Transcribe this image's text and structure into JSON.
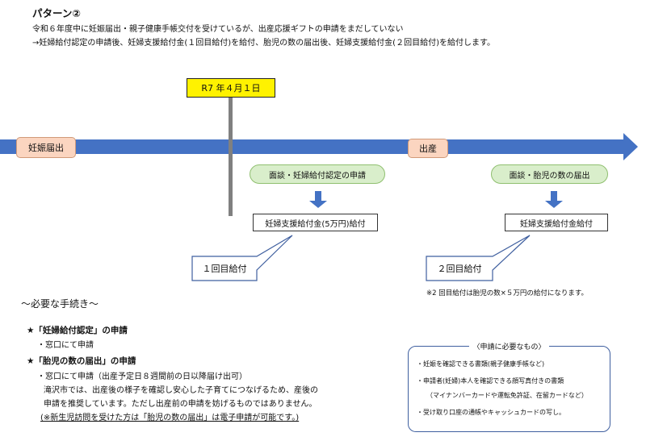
{
  "header": {
    "title": "パターン②",
    "line1": "令和６年度中に妊娠届出・親子健康手帳交付を受けているが、出産応援ギフトの申請をまだしていない",
    "line2": "→妊婦給付認定の申請後、妊婦支援給付金(１回目給付)を給付、胎児の数の届出後、妊婦支援給付金(２回目給付)を給付します。"
  },
  "timeline": {
    "date_label": "R7 年４月１日",
    "start_label": "妊娠届出",
    "birth_label": "出産",
    "step1": "面談・妊婦給付認定の申請",
    "pay1": "妊婦支援給付金(5万円)給付",
    "callout1": "１回目給付",
    "step2": "面談・胎児の数の届出",
    "pay2": "妊婦支援給付金給付",
    "callout2": "２回目給付",
    "note": "※2 回目給付は胎児の数×５万円の給付になります。",
    "colors": {
      "arrow": "#4472c4",
      "pill": "#d9eecb",
      "peach": "#fbd5c0",
      "yellow": "#fff200",
      "post": "#808080"
    }
  },
  "procedures": {
    "title": "～必要な手続き～",
    "item1_title": "★「妊婦給付認定」の申請",
    "item1_line1": "・窓口にて申請",
    "item2_title": "★「胎児の数の届出」の申請",
    "item2_line1": "・窓口にて申請（出産予定日８週間前の日以降届け出可）",
    "item2_line2": "滝沢市では、出産後の様子を確認し安心した子育てにつなげるため、産後の",
    "item2_line3": "申請を推奨しています。ただし出産前の申請を妨げるものではありません。",
    "item2_line4": "(※新生児訪問を受けた方は「胎児の数の届出」は電子申請が可能です。)"
  },
  "needs": {
    "title": "〈申請に必要なもの〉",
    "items": [
      "・妊娠を確認できる書類(親子健康手帳など)",
      "・申請者(妊婦)本人を確認できる顔写真付きの書類",
      "（マイナンバーカードや運転免許証、在留カードなど）",
      "・受け取り口座の通帳やキャッシュカードの写し。"
    ]
  }
}
